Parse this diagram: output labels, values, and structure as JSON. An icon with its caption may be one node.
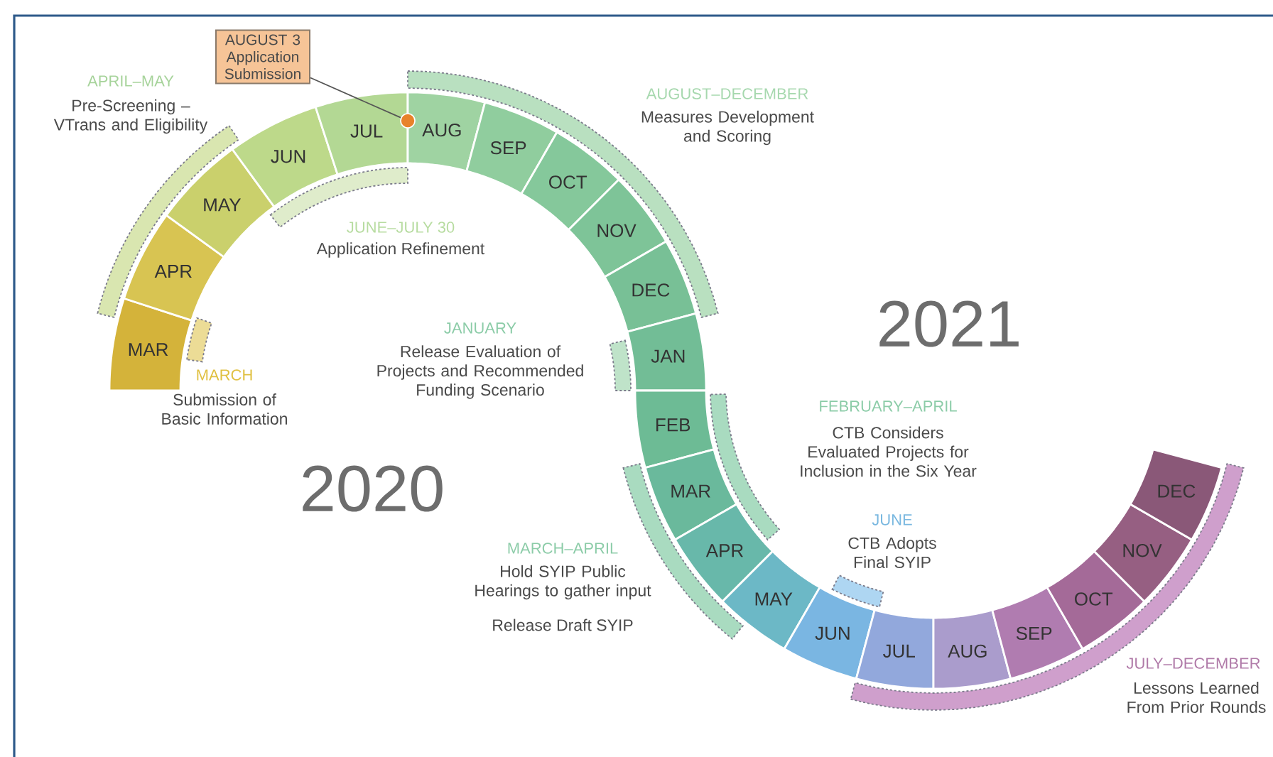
{
  "diagram": {
    "nodes": [
      {
        "text": [
          "AUGUST 3",
          "Application Submission"
        ]
      },
      {
        "text": [],
        "shape": "circle"
      },
      {
        "text": [
          "MAR"
        ]
      },
      {
        "text": [
          "APR"
        ]
      },
      {
        "text": [
          "MAY"
        ]
      },
      {
        "text": [
          "JUN"
        ]
      },
      {
        "text": [
          "JUL"
        ]
      },
      {
        "text": [
          "AUG"
        ]
      },
      {
        "text": [
          "SEP"
        ]
      },
      {
        "text": [
          "OCT"
        ]
      },
      {
        "text": [
          "NOV"
        ]
      },
      {
        "text": [
          "DEC"
        ]
      },
      {
        "text": [
          "JAN"
        ]
      },
      {
        "text": [
          "FEB"
        ]
      },
      {
        "text": [
          "MAR"
        ]
      },
      {
        "text": [
          "APR"
        ]
      },
      {
        "text": [
          "MAY"
        ]
      },
      {
        "text": [
          "JUN"
        ]
      },
      {
        "text": [
          "JUL"
        ]
      },
      {
        "text": [
          "AUG"
        ]
      },
      {
        "text": [
          "SEP"
        ]
      },
      {
        "text": [
          "OCT"
        ]
      },
      {
        "text": [
          "NOV"
        ]
      },
      {
        "text": [
          "DEC"
        ]
      },
      {
        "text": [],
        "shape": "bar"
      },
      {
        "text": [],
        "shape": "bar"
      },
      {
        "text": [],
        "shape": "bar"
      },
      {
        "text": [],
        "shape": "bar"
      },
      {
        "text": [],
        "shape": "bar"
      },
      {
        "text": [],
        "shape": "bar"
      },
      {
        "text": [],
        "shape": "bar"
      },
      {
        "text": [],
        "shape": "bar"
      },
      {
        "text": [],
        "shape": "bar"
      }
    ],
    "edges": [
      {
        "from": 0,
        "to": 1,
        "arrow": "none"
      }
    ],
    "labels": [
      "APRIL–MAY",
      "Pre-Screening – VTrans and Eligibility",
      "JUNE–JULY 30",
      "Application Refinement",
      "MARCH",
      "Submission of Basic Information",
      "AUGUST–DECEMBER",
      "Measures Development and Scoring",
      "JANUARY",
      "Release Evaluation of Projects and Recommended Funding Scenario",
      "2021",
      "FEBRUARY–APRIL",
      "CTB Considers Evaluated Projects for Inclusion in the Six Year",
      "2020",
      "JUNE",
      "CTB Adopts Final SYIP",
      "MARCH–APRIL",
      "Hold SYIP Public Hearings to gather input",
      "Release Draft SYIP",
      "JULY–DECEMBER",
      "Lessons Learned From Prior Rounds"
    ]
  }
}
